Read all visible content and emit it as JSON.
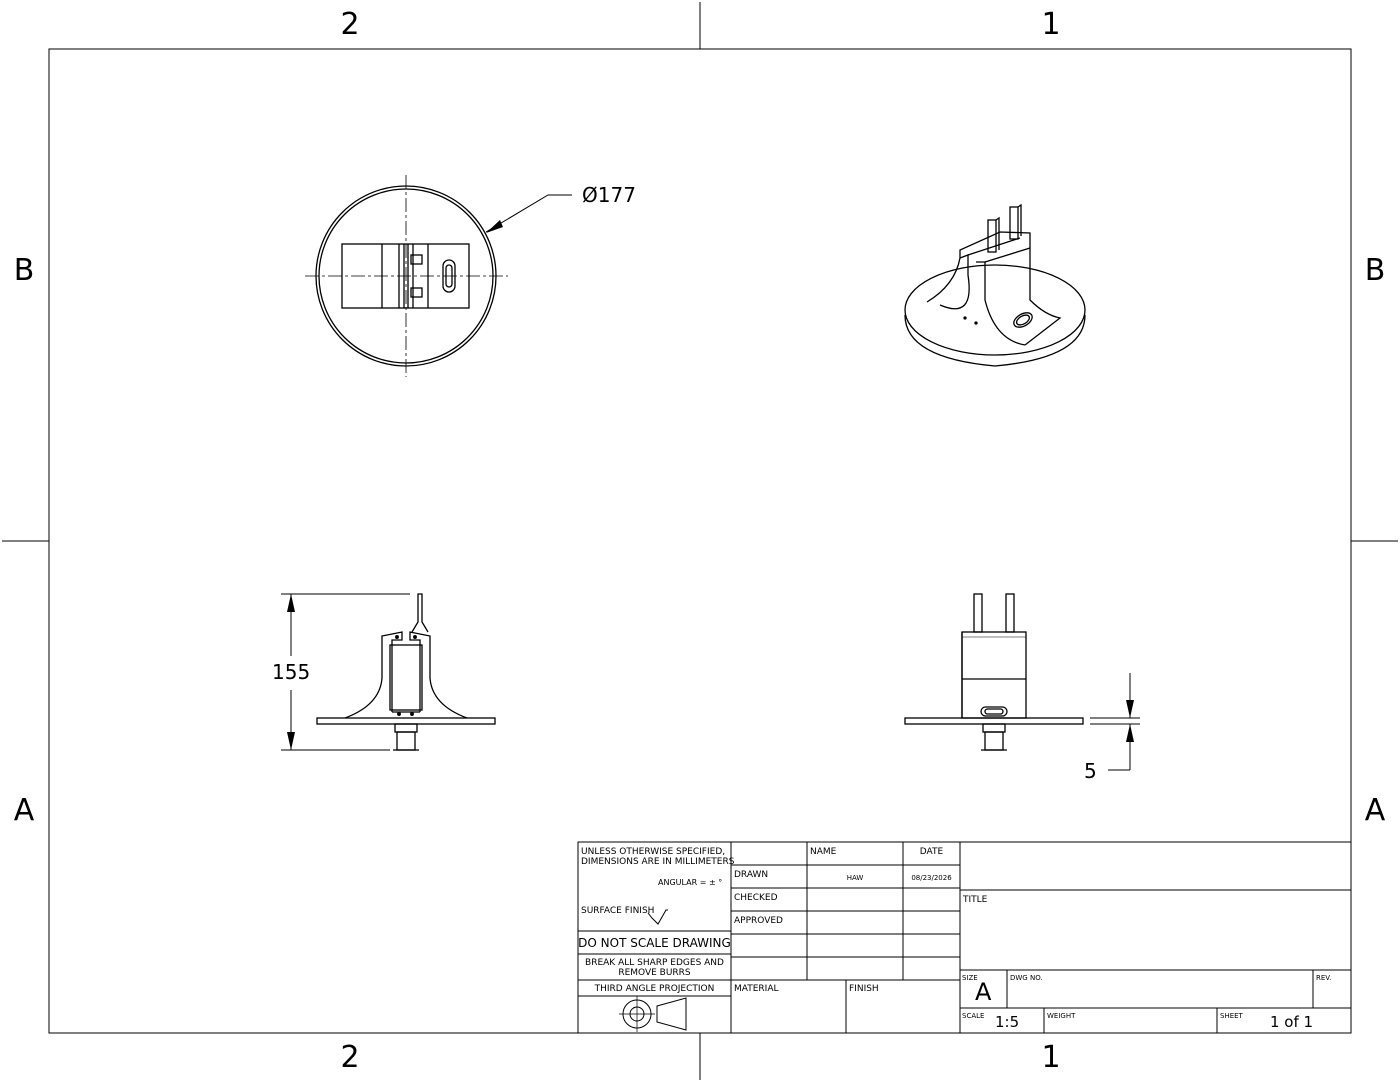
{
  "border": {
    "columns_top": [
      "2",
      "1"
    ],
    "columns_bottom": [
      "2",
      "1"
    ],
    "rows_left": [
      "B",
      "A"
    ],
    "rows_right": [
      "B",
      "A"
    ]
  },
  "dimensions": {
    "diameter": "Ø177",
    "height": "155",
    "thickness": "5"
  },
  "title_block": {
    "tolerance_note_line1": "UNLESS OTHERWISE SPECIFIED,",
    "tolerance_note_line2": "DIMENSIONS ARE IN MILLIMETERS",
    "angular": "ANGULAR = ± °",
    "surface_finish": "SURFACE FINISH",
    "do_not_scale": "DO NOT SCALE DRAWING",
    "break_edges_line1": "BREAK ALL SHARP EDGES AND",
    "break_edges_line2": "REMOVE BURRS",
    "projection": "THIRD ANGLE PROJECTION",
    "header_name": "NAME",
    "header_date": "DATE",
    "drawn_label": "DRAWN",
    "drawn_name": "HAW",
    "drawn_date": "08/23/2026",
    "checked_label": "CHECKED",
    "approved_label": "APPROVED",
    "material_label": "MATERIAL",
    "finish_label": "FINISH",
    "title_label": "TITLE",
    "size_label": "SIZE",
    "size_value": "A",
    "dwg_no_label": "DWG NO.",
    "rev_label": "REV.",
    "scale_label": "SCALE",
    "scale_value": "1:5",
    "weight_label": "WEIGHT",
    "sheet_label": "SHEET",
    "sheet_value": "1 of 1"
  }
}
